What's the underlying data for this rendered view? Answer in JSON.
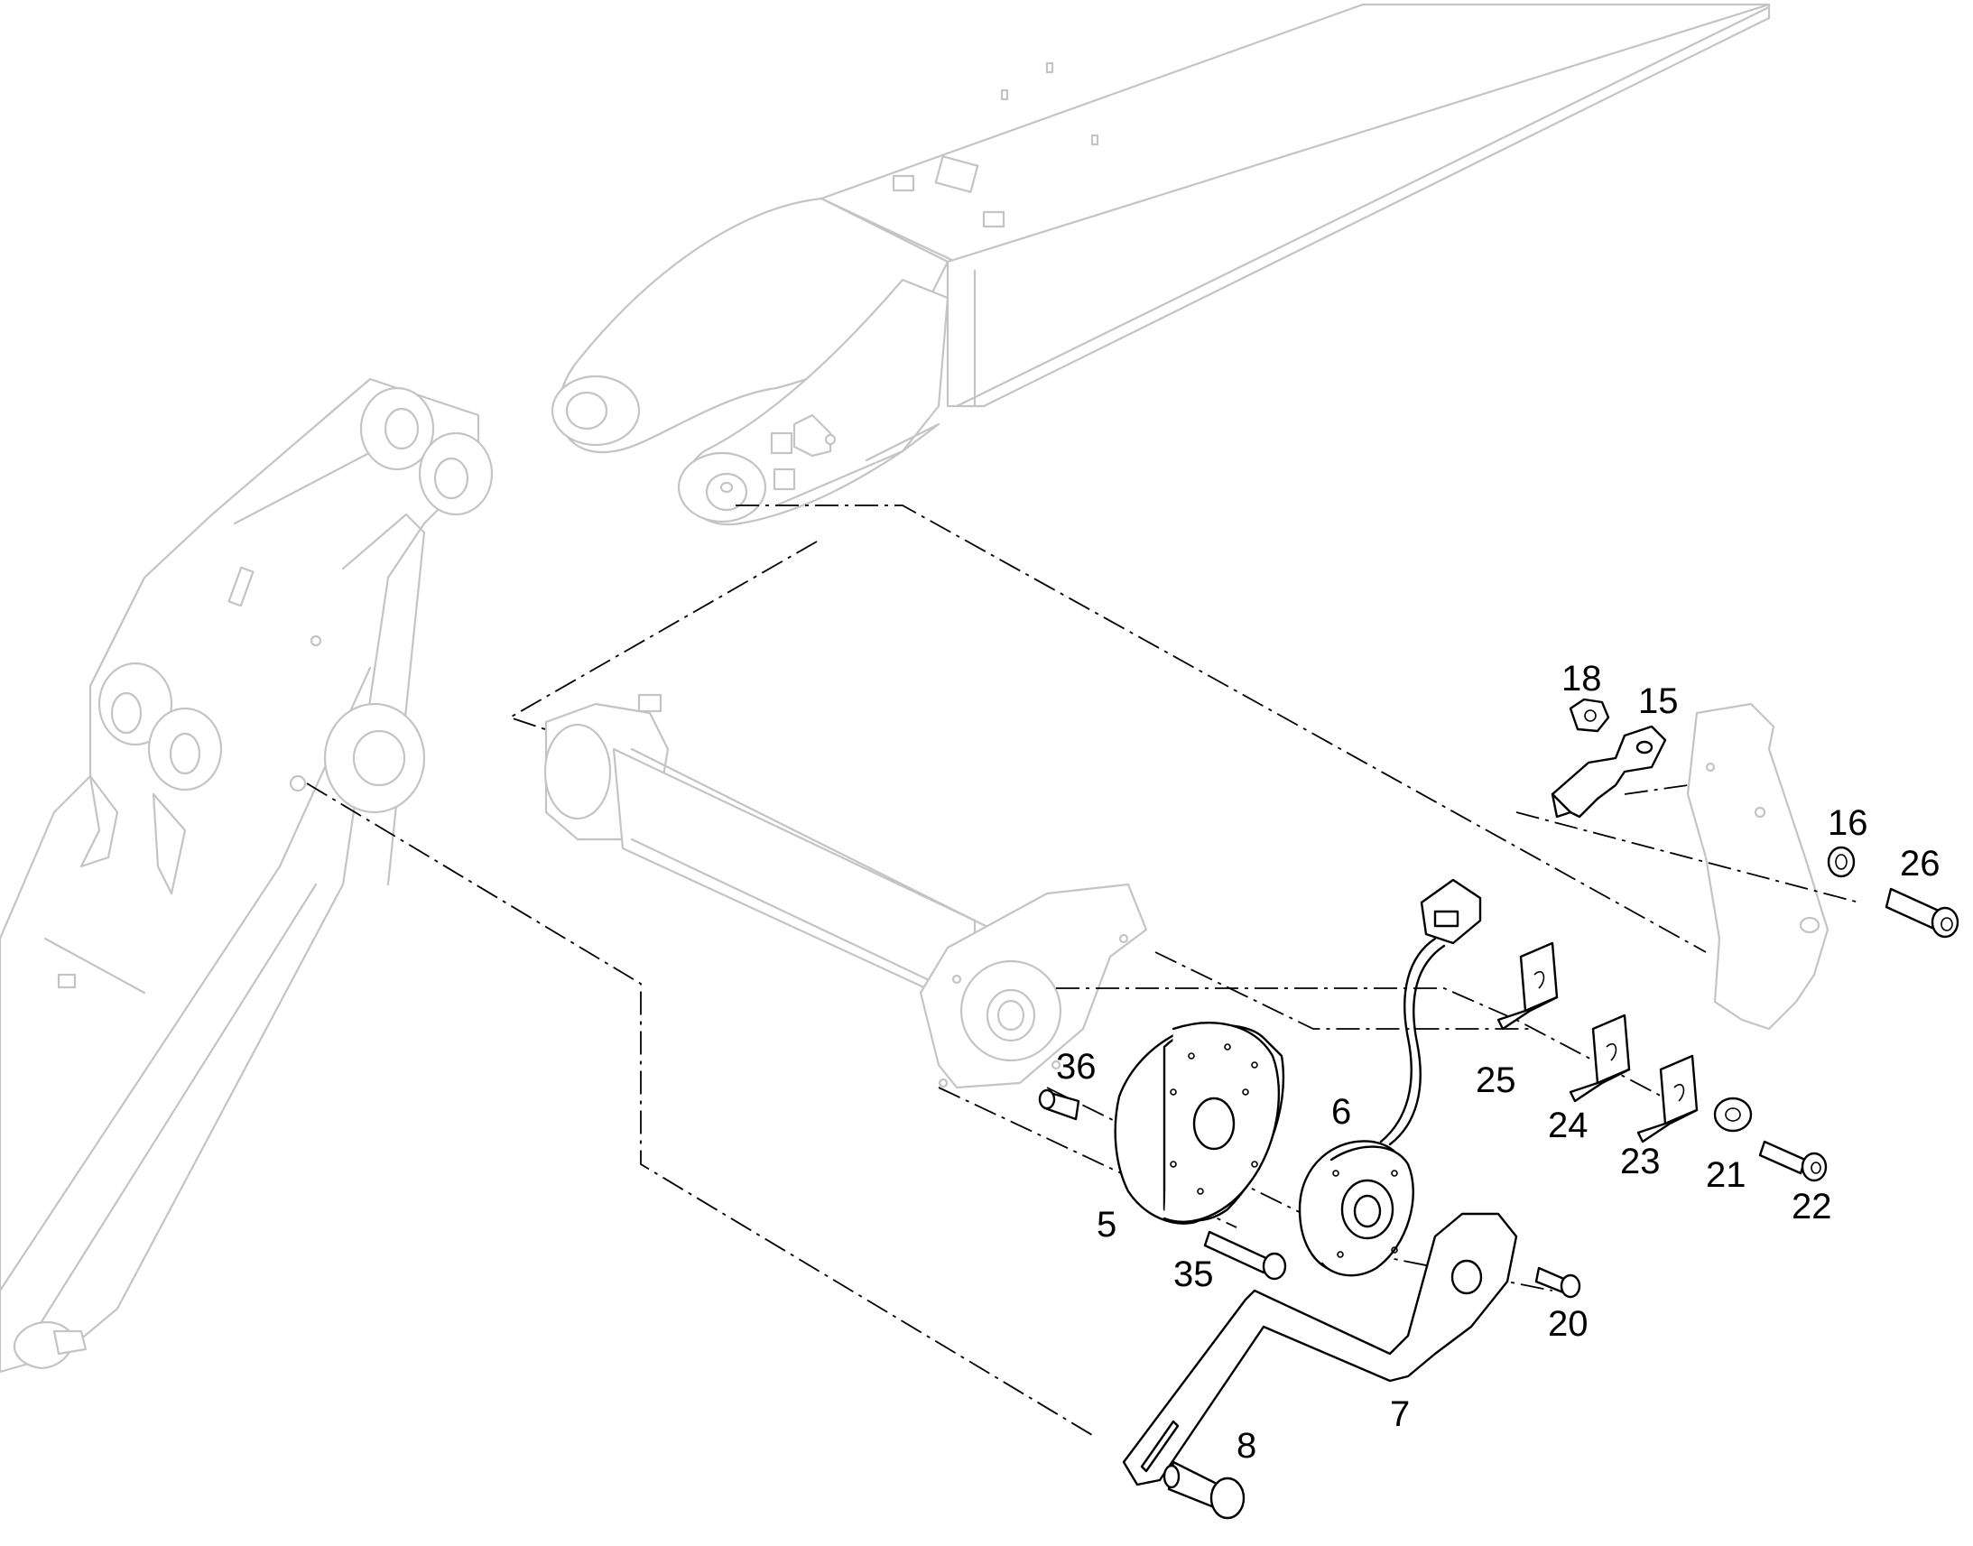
{
  "callouts": [
    {
      "id": "5",
      "text": "5"
    },
    {
      "id": "6",
      "text": "6"
    },
    {
      "id": "7",
      "text": "7"
    },
    {
      "id": "8",
      "text": "8"
    },
    {
      "id": "15",
      "text": "15"
    },
    {
      "id": "16",
      "text": "16"
    },
    {
      "id": "18",
      "text": "18"
    },
    {
      "id": "20",
      "text": "20"
    },
    {
      "id": "21",
      "text": "21"
    },
    {
      "id": "22",
      "text": "22"
    },
    {
      "id": "23",
      "text": "23"
    },
    {
      "id": "24",
      "text": "24"
    },
    {
      "id": "25",
      "text": "25"
    },
    {
      "id": "26",
      "text": "26"
    },
    {
      "id": "35",
      "text": "35"
    },
    {
      "id": "36",
      "text": "36"
    }
  ]
}
